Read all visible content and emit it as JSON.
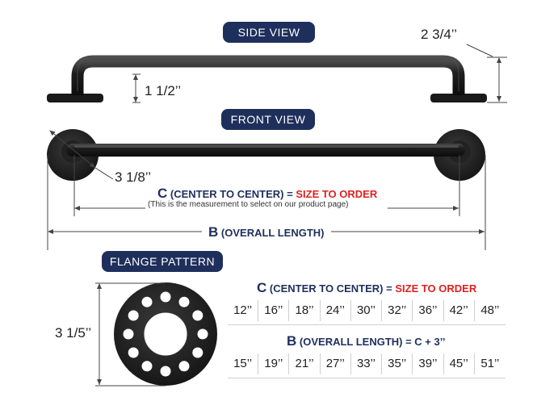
{
  "labels": {
    "side_view": "SIDE VIEW",
    "front_view": "FRONT VIEW",
    "flange_pattern": "FLANGE PATTERN"
  },
  "dimensions": {
    "projection": "2 3/4’’",
    "height": "1 1/2’’",
    "diameter": "3 1/8’’",
    "flange": "3 1/5’’"
  },
  "center_label": {
    "letter": "C",
    "text": "(CENTER TO CENTER) =",
    "highlight": "SIZE TO ORDER",
    "note": "(This is the measurement to select on our product page)"
  },
  "overall_label": {
    "letter": "B",
    "text": "(OVERALL LENGTH)"
  },
  "table": {
    "c_header_letter": "C",
    "c_header_text": "(CENTER TO CENTER) =",
    "c_header_highlight": "SIZE TO ORDER",
    "c_sizes": [
      "12’’",
      "16’’",
      "18’’",
      "24’’",
      "30’’",
      "32’’",
      "36’’",
      "42’’",
      "48’’"
    ],
    "b_header_letter": "B",
    "b_header_text": "(OVERALL LENGTH) = C + 3’’",
    "b_sizes": [
      "15’’",
      "19’’",
      "21’’",
      "27’’",
      "33’’",
      "35’’",
      "39’’",
      "45’’",
      "51’’"
    ]
  },
  "colors": {
    "navy": "#1f2f5c",
    "red": "#e02020",
    "bar": "#1b1b1b"
  }
}
